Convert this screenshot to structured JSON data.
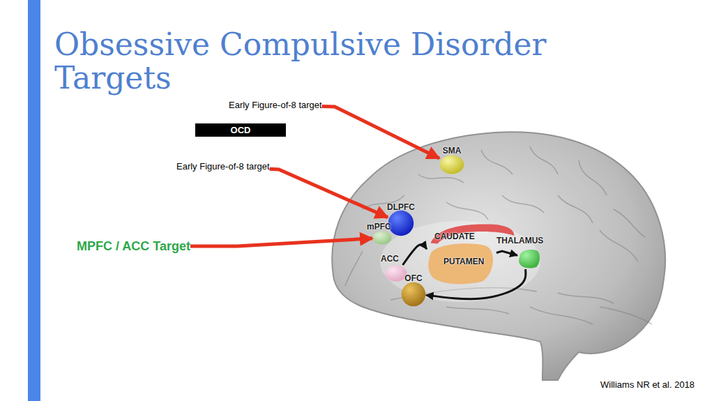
{
  "diagram": {
    "title": "Obsessive Compulsive Disorder Targets",
    "nodes": [
      {
        "text": [
          "Early Figure-of-8 target"
        ]
      },
      {
        "text": [
          "SMA"
        ]
      },
      {
        "text": [
          "OCD"
        ]
      },
      {
        "text": [
          "Early Figure-of-8 target"
        ]
      },
      {
        "text": [
          "DLPFC"
        ]
      },
      {
        "text": [
          "mPFC"
        ]
      },
      {
        "text": [
          "MPFC / ACC Target"
        ]
      },
      {
        "text": [
          "CAUDATE"
        ]
      },
      {
        "text": [
          "THALAMUS"
        ]
      },
      {
        "text": [
          "ACC"
        ]
      },
      {
        "text": [
          "PUTAMEN"
        ]
      },
      {
        "text": [
          "OFC"
        ]
      }
    ],
    "edges": [
      {
        "from": 0,
        "to": 1,
        "arrow": "to"
      },
      {
        "from": 3,
        "to": 4,
        "arrow": "to"
      },
      {
        "from": 6,
        "to": 5,
        "arrow": "to"
      },
      {
        "from": 9,
        "to": 10,
        "arrow": "to"
      },
      {
        "from": 10,
        "to": 8,
        "arrow": "to"
      },
      {
        "from": 8,
        "to": 11,
        "arrow": "to"
      }
    ],
    "labels": [
      "Williams NR et al. 2018"
    ]
  }
}
